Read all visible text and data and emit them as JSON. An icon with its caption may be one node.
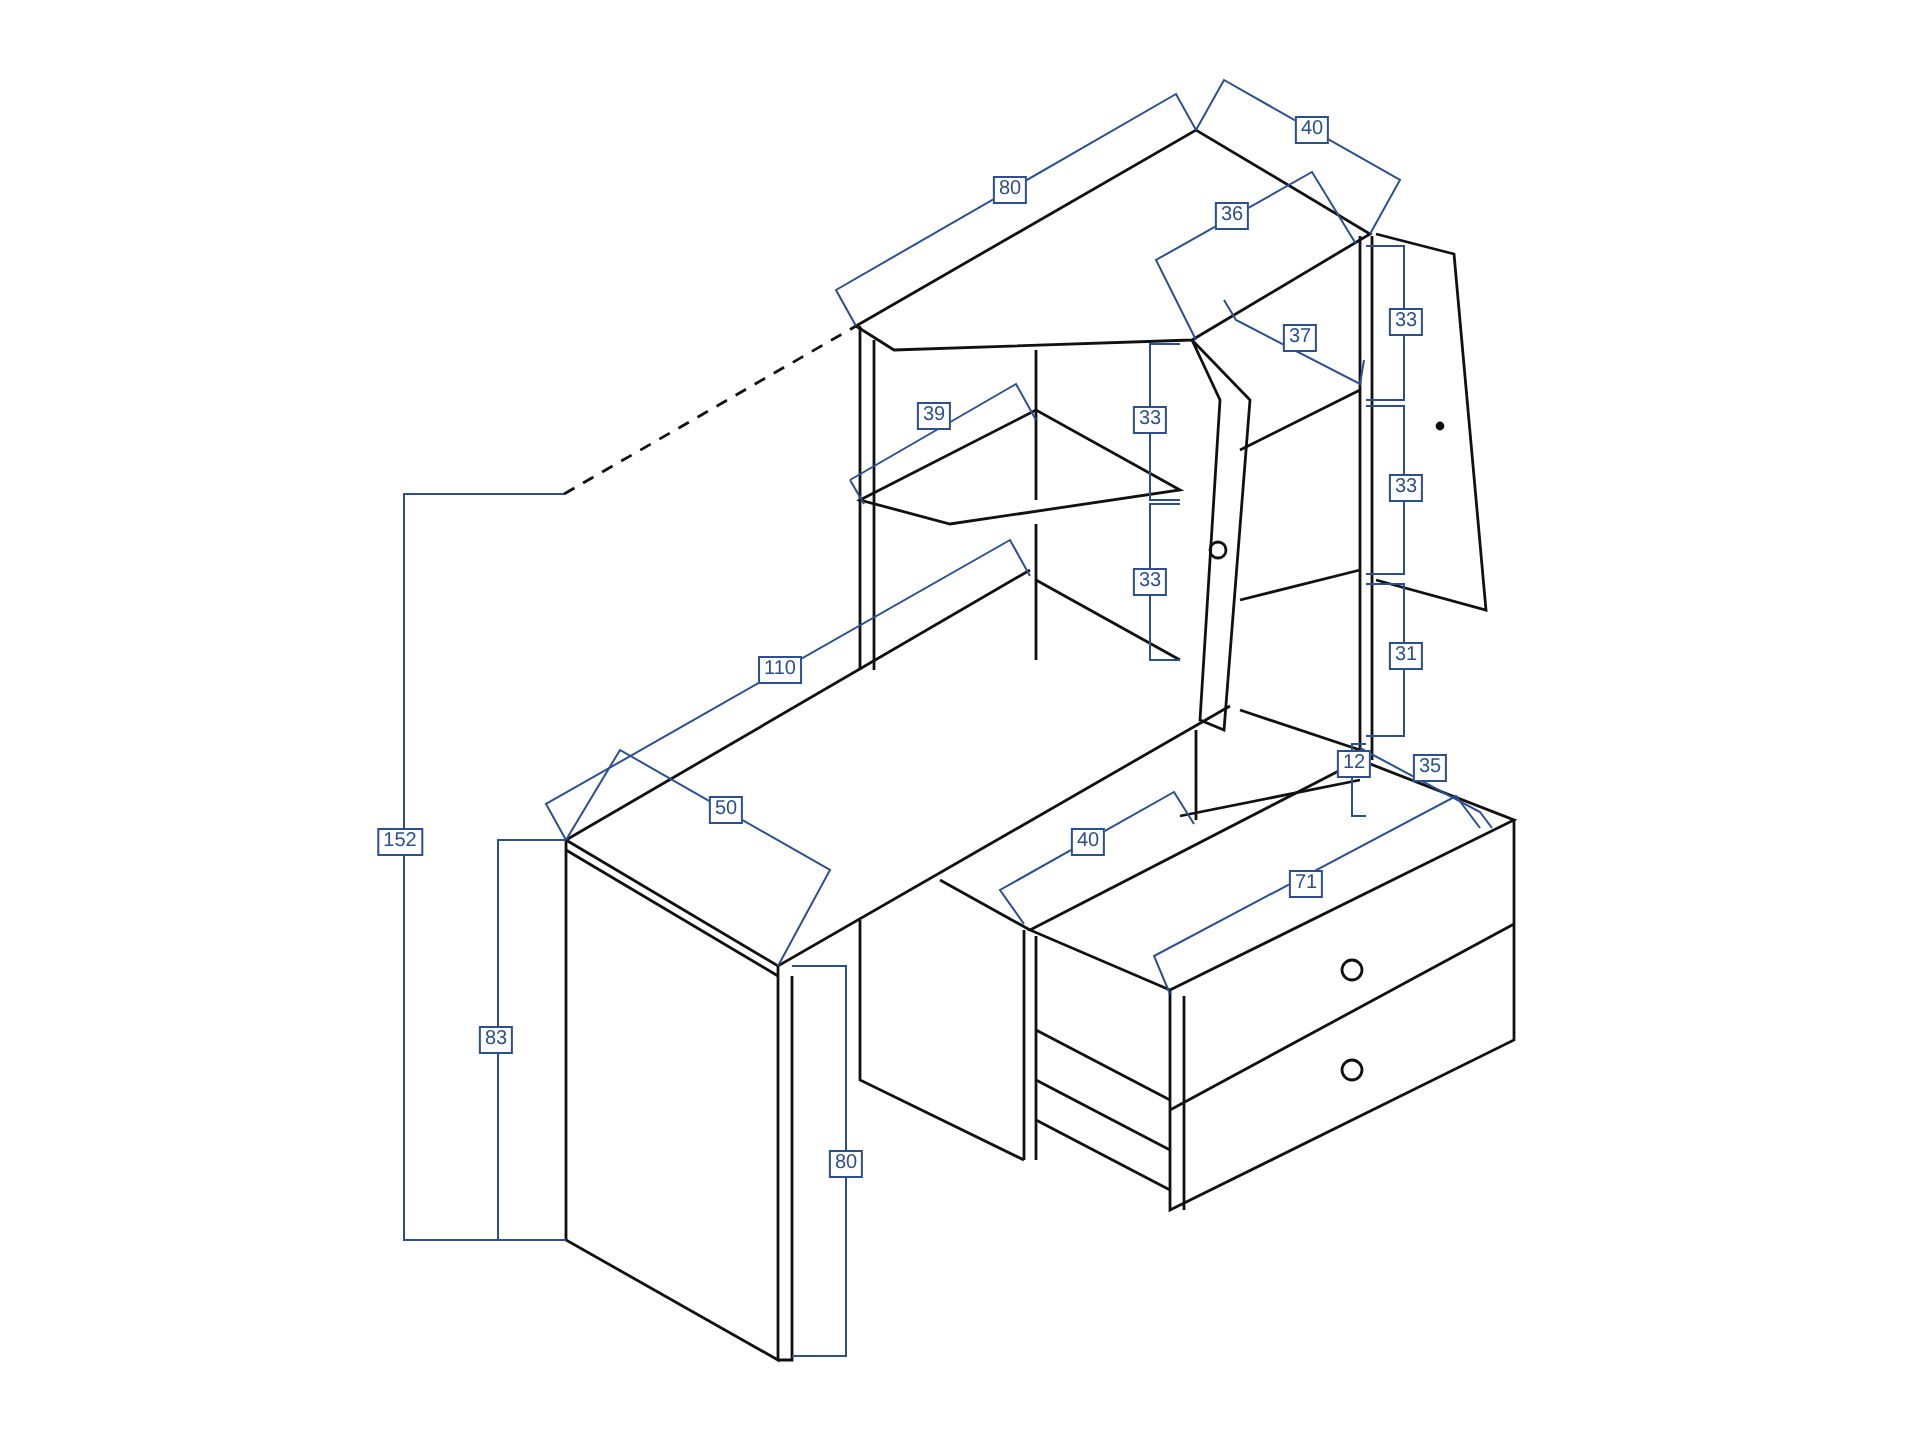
{
  "diagram": {
    "labels": [
      "80",
      "40",
      "36",
      "37",
      "33",
      "39",
      "33",
      "33",
      "33",
      "31",
      "110",
      "12",
      "35",
      "50",
      "40",
      "152",
      "71",
      "83",
      "80"
    ]
  }
}
